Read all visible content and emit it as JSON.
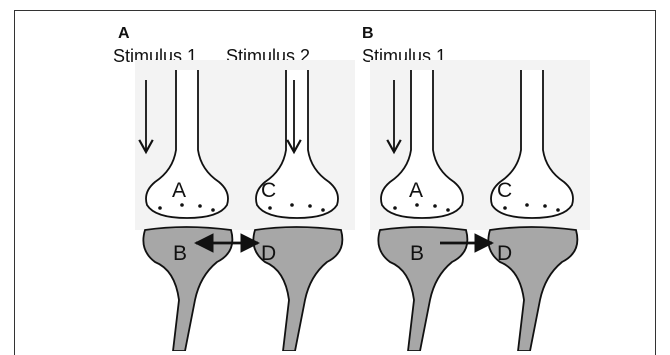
{
  "colors": {
    "postsynaptic_fill": "#a7a7a7",
    "presynaptic_fill": "#ffffff",
    "outline": "#111111",
    "background_shadow": "#f3f3f3"
  },
  "panels": [
    {
      "letter": "A",
      "stimuli": [
        "Stimulus 1",
        "Stimulus 2"
      ],
      "presynaptic": [
        "A",
        "C"
      ],
      "postsynaptic": [
        "B",
        "D"
      ],
      "coupling": "bidirectional"
    },
    {
      "letter": "B",
      "stimuli": [
        "Stimulus 1"
      ],
      "presynaptic": [
        "A",
        "C"
      ],
      "postsynaptic": [
        "B",
        "D"
      ],
      "coupling": "unidirectional"
    }
  ]
}
